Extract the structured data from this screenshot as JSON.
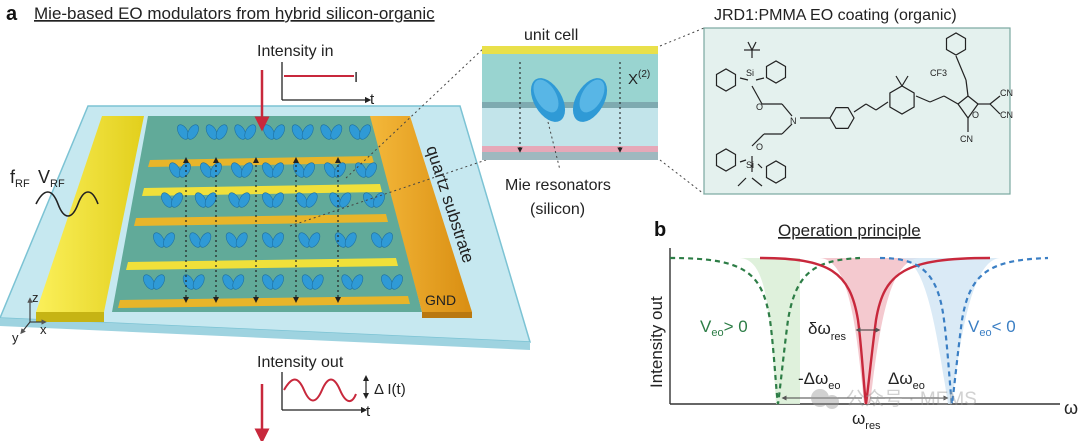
{
  "panel_a": {
    "letter": "a",
    "title": "Mie-based EO modulators from hybrid silicon-organic",
    "intensity_in": "Intensity in",
    "intensity_in_level": "I",
    "intensity_out": "Intensity out",
    "delta_intensity": "Δ I(t)",
    "time_axis": "t",
    "rf_freq": "f",
    "rf_freq_sub": "RF",
    "rf_volt": "V",
    "rf_volt_sub": "RF",
    "gnd": "GND",
    "substrate": "quartz substrate",
    "axis_z": "z",
    "axis_y": "y",
    "axis_x": "x",
    "unit_cell": "unit cell",
    "chi_symbol": "X",
    "chi_order": "(2)",
    "mie_label_1": "Mie resonators",
    "mie_label_2": "(silicon)",
    "coating_title": "JRD1:PMMA EO coating (organic)",
    "chem_labels": [
      "Si",
      "O",
      "N",
      "Si",
      "O",
      "CF3",
      "O",
      "CN",
      "CN",
      "CN"
    ]
  },
  "panel_b": {
    "letter": "b",
    "title": "Operation principle",
    "ylabel": "Intensity out",
    "xlabel": "ω",
    "veo_pos": "V",
    "veo_pos_sub": "eo",
    "veo_pos_rel": "> 0",
    "veo_neg": "V",
    "veo_neg_sub": "eo",
    "veo_neg_rel": "< 0",
    "delta_omega": "δω",
    "delta_omega_sub": "res",
    "minus_shift": "-Δω",
    "minus_shift_sub": "eo",
    "plus_shift": "Δω",
    "plus_shift_sub": "eo",
    "omega_res": "ω",
    "omega_res_sub": "res"
  },
  "watermark": "公众号 · MEMS",
  "colors": {
    "red": "#c8283c",
    "green": "#2d7d46",
    "blue": "#3b7fc4",
    "gold": "#e6a21a",
    "yellow": "#f2e52a",
    "resonator": "#2f9ad6",
    "glass": "#bfe6ee",
    "coating_box": "#e4f1ee"
  }
}
